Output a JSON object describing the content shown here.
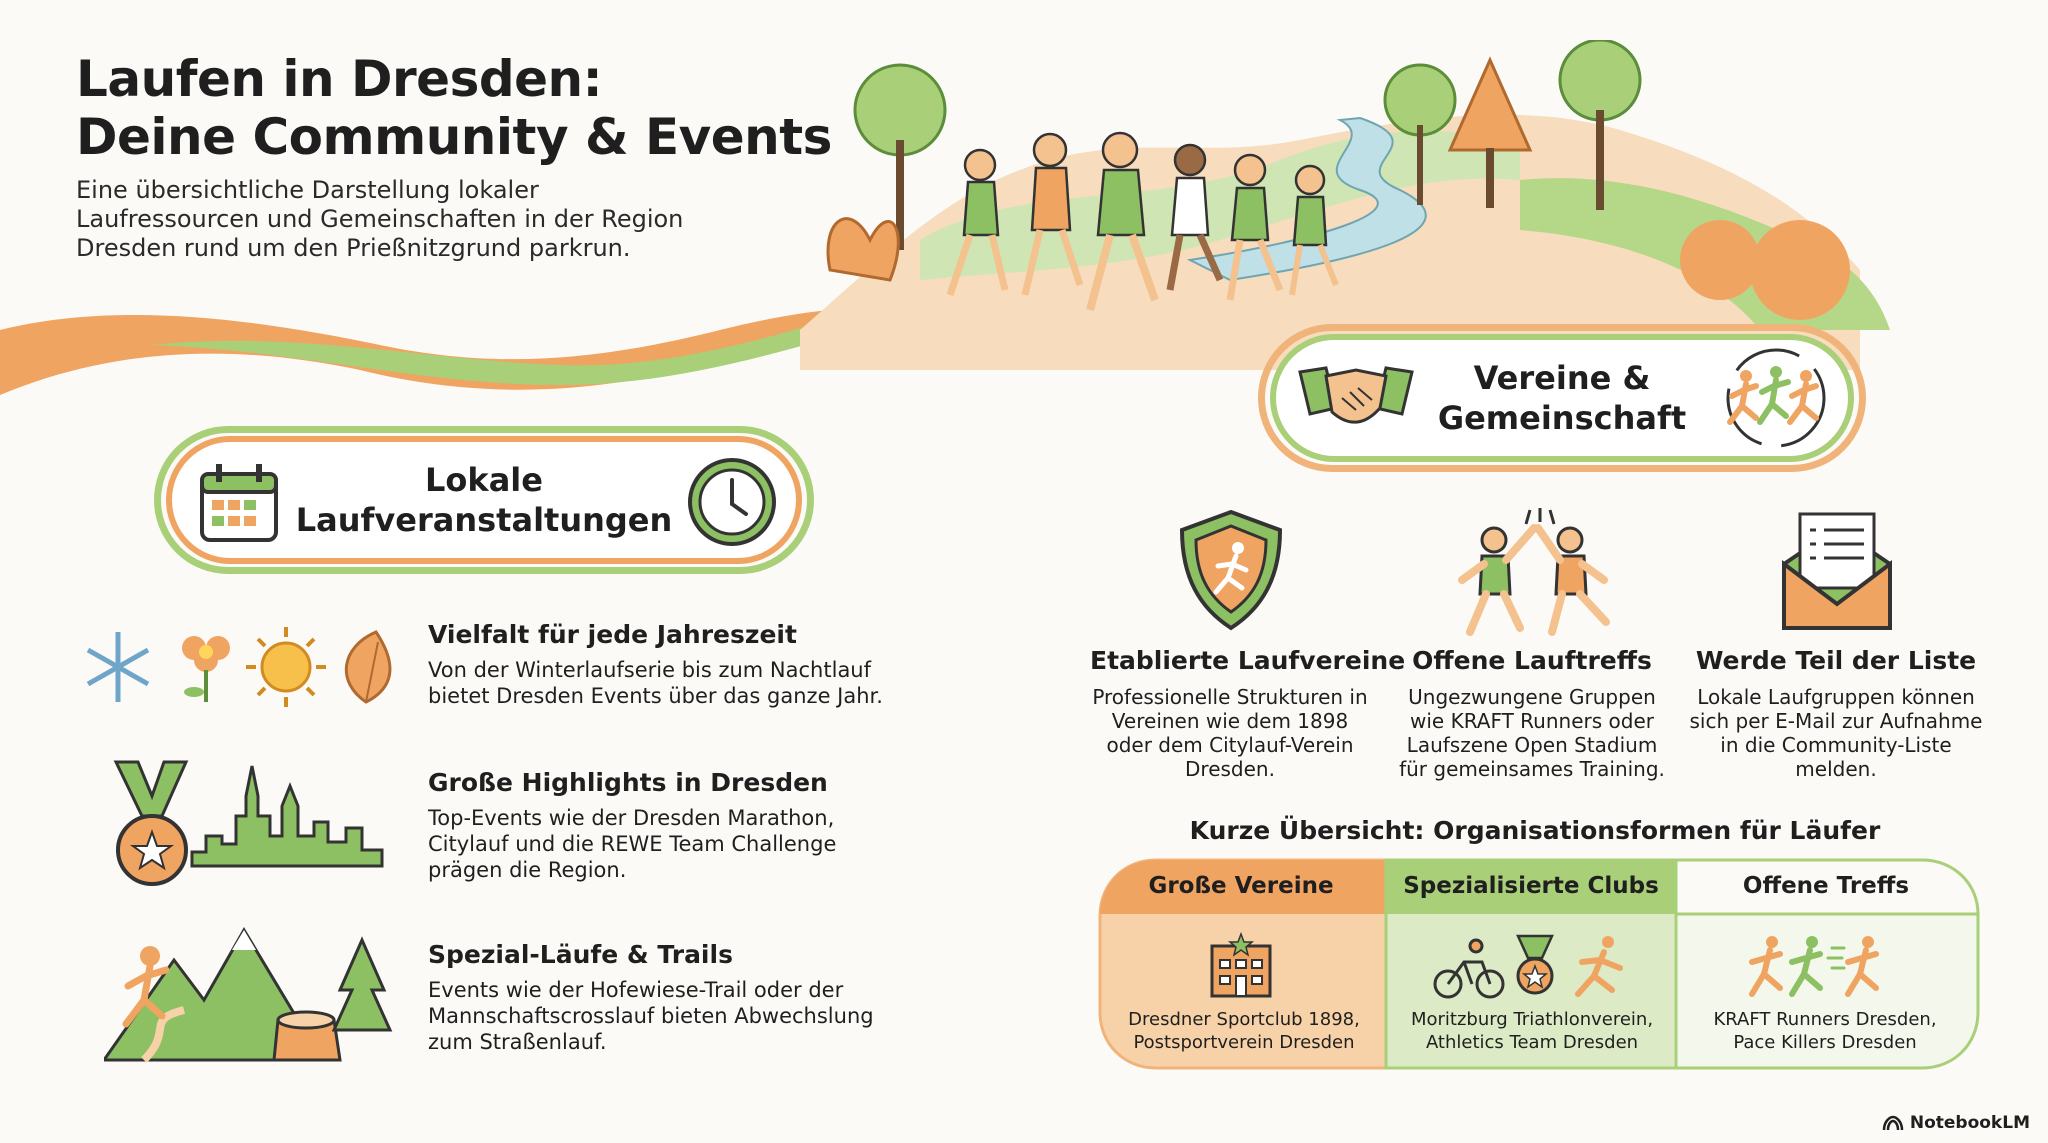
{
  "header": {
    "title_line1": "Laufen in Dresden:",
    "title_line2": "Deine Community & Events",
    "subtitle": "Eine übersichtliche Darstellung lokaler Laufressourcen und Gemeinschaften in der Region Dresden rund um den Prießnitzgrund parkrun."
  },
  "events_section": {
    "heading_line1": "Lokale",
    "heading_line2": "Laufveranstaltungen",
    "items": [
      {
        "title": "Vielfalt für jede Jahreszeit",
        "text": "Von der Winterlaufserie bis zum Nachtlauf bietet Dresden Events über das ganze Jahr."
      },
      {
        "title": "Große Highlights in Dresden",
        "text": "Top-Events wie der Dresden Marathon, Citylauf und die REWE Team Challenge prägen die Region."
      },
      {
        "title": "Spezial-Läufe & Trails",
        "text": "Events wie der Hofewiese-Trail oder der Mannschaftscrosslauf bieten Abwechslung zum Straßenlauf."
      }
    ]
  },
  "community_section": {
    "heading_line1": "Vereine &",
    "heading_line2": "Gemeinschaft",
    "columns": [
      {
        "title": "Etablierte Laufvereine",
        "text": "Professionelle Strukturen in Vereinen wie dem 1898 oder dem Citylauf-Verein Dresden."
      },
      {
        "title": "Offene Lauftreffs",
        "text": "Ungezwungene Gruppen wie KRAFT Runners oder Laufszene Open Stadium für gemeinsames Training."
      },
      {
        "title": "Werde Teil der Liste",
        "text": "Lokale Laufgruppen können sich per E-Mail zur Aufnahme in die Community-Liste melden."
      }
    ]
  },
  "overview": {
    "heading": "Kurze Übersicht: Organisationsformen für Läufer",
    "columns": [
      {
        "head": "Große Vereine",
        "text": "Dresdner Sportclub 1898, Postsportverein Dresden"
      },
      {
        "head": "Spezialisierte Clubs",
        "text": "Moritzburg Triathlonverein, Athletics Team Dresden"
      },
      {
        "head": "Offene Treffs",
        "text": "KRAFT Runners Dresden, Pace Killers Dresden"
      }
    ]
  },
  "brand": "NotebookLM",
  "colors": {
    "green": "#8cc063",
    "light_green": "#cfe5b3",
    "orange": "#f0a462",
    "light_orange": "#f7d2a8",
    "dark": "#1f1f1f"
  }
}
